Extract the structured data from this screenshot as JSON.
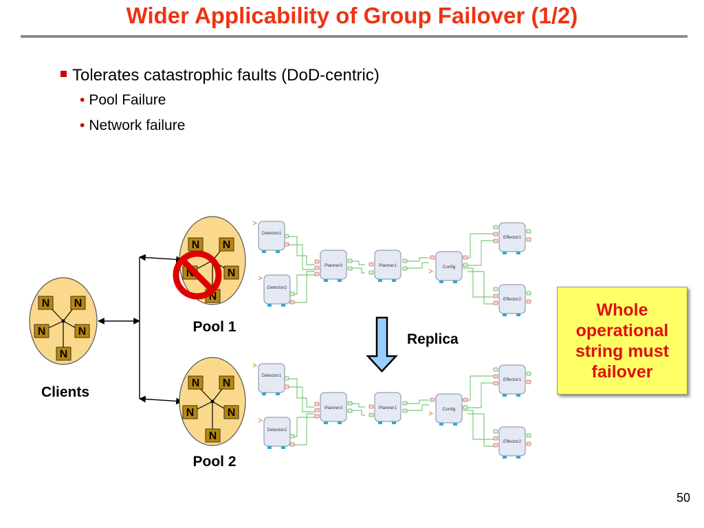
{
  "title": "Wider Applicability of Group Failover (1/2)",
  "bullets": {
    "main": "Tolerates catastrophic faults (DoD-centric)",
    "sub": [
      "Pool Failure",
      "Network failure"
    ]
  },
  "diagram": {
    "clients_label": "Clients",
    "pool1_label": "Pool 1",
    "pool2_label": "Pool 2",
    "node_label": "N",
    "replica_label": "Replica",
    "components": {
      "detector1": "Detector1",
      "detector2": "Detector2",
      "planner3": "Planner3",
      "planner1": "Planner1",
      "config": "Config",
      "effector1": "Effector1",
      "effector2": "Effector2"
    }
  },
  "callout": "Whole operational string must failover",
  "page_number": "50",
  "colors": {
    "title": "#ee3311",
    "pool_fill": "#fbd98c",
    "node_fill": "#b8860b",
    "callout_fill": "#ffff66",
    "callout_text": "#dd1111",
    "replica_arrow": "#99ccff",
    "prohibition": "#dd0000"
  },
  "icons": [
    "prohibition-icon",
    "down-arrow-icon"
  ]
}
